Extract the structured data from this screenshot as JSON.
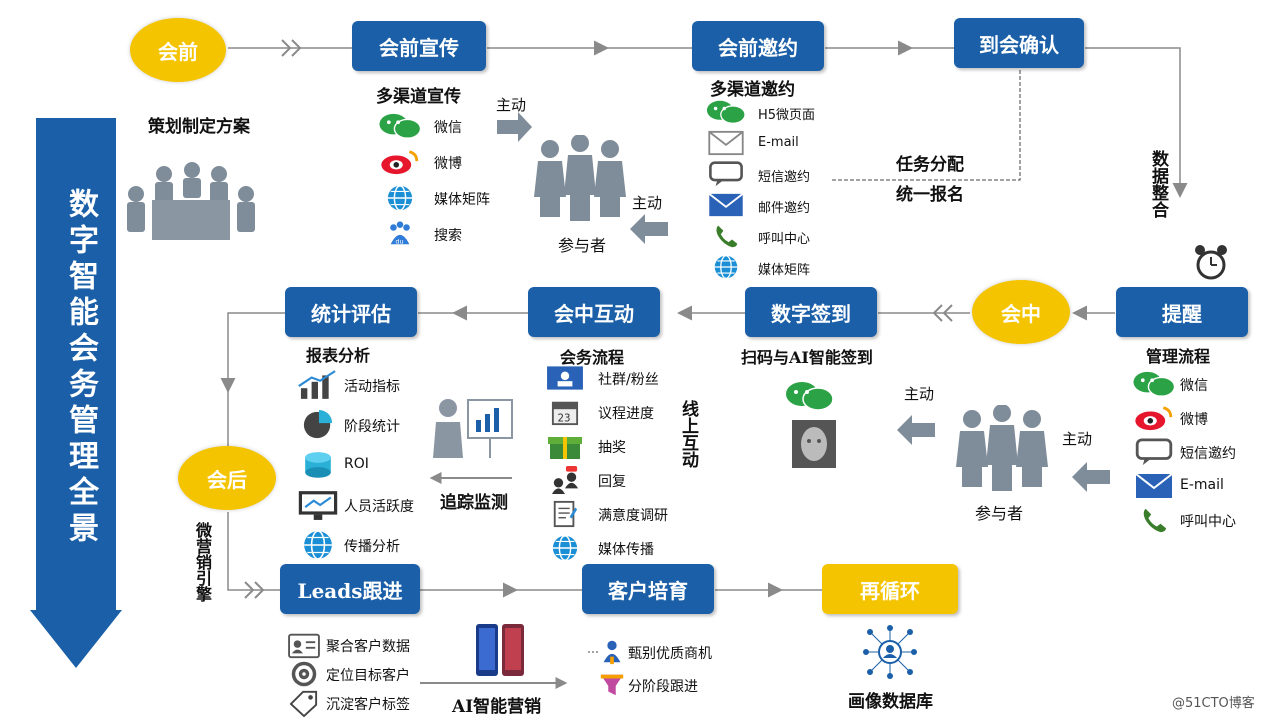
{
  "side_title": "数字智能会务管理全景",
  "phases": {
    "before": "会前",
    "during": "会中",
    "after": "会后"
  },
  "boxes": {
    "promotion": "会前宣传",
    "invitation": "会前邀约",
    "confirm": "到会确认",
    "remind": "提醒",
    "signin": "数字签到",
    "interact": "会中互动",
    "evaluate": "统计评估",
    "leads": "Leads跟进",
    "nurture": "客户培育",
    "recycle": "再循环"
  },
  "labels": {
    "plan": "策划制定方案",
    "multi_promo": "多渠道宣传",
    "multi_invite": "多渠道邀约",
    "active1": "主动",
    "active2": "主动",
    "active3": "主动",
    "active4": "主动",
    "participant1": "参与者",
    "participant2": "参与者",
    "task_assign": "任务分配",
    "unified_reg": "统一报名",
    "data_merge": "数据整合",
    "manage_flow": "管理流程",
    "scan_sign": "扫码与AI智能签到",
    "meeting_flow": "会务流程",
    "online_interact": "线上互动",
    "report": "报表分析",
    "track": "追踪监测",
    "micro_engine": "微营销引擎",
    "ai_marketing": "AI智能营销",
    "portrait_db": "画像数据库",
    "watermark": "@51CTO博客"
  },
  "promo_channels": [
    "微信",
    "微博",
    "媒体矩阵",
    "搜索"
  ],
  "invite_channels": [
    "H5微页面",
    "E-mail",
    "短信邀约",
    "邮件邀约",
    "呼叫中心",
    "媒体矩阵"
  ],
  "remind_channels": [
    "微信",
    "微博",
    "短信邀约",
    "E-mail",
    "呼叫中心"
  ],
  "meeting_items": [
    "社群/粉丝",
    "议程进度",
    "抽奖",
    "回复",
    "满意度调研",
    "媒体传播"
  ],
  "report_items": [
    "活动指标",
    "阶段统计",
    "ROI",
    "人员活跃度",
    "传播分析"
  ],
  "leads_items": [
    "聚合客户数据",
    "定位目标客户",
    "沉淀客户标签"
  ],
  "nurture_items": [
    "甄别优质商机",
    "分阶段跟进"
  ],
  "colors": {
    "box": "#1a5fa8",
    "gold": "#f5c400",
    "arrow": "#4a7fb8",
    "line": "#8a8a8a"
  }
}
